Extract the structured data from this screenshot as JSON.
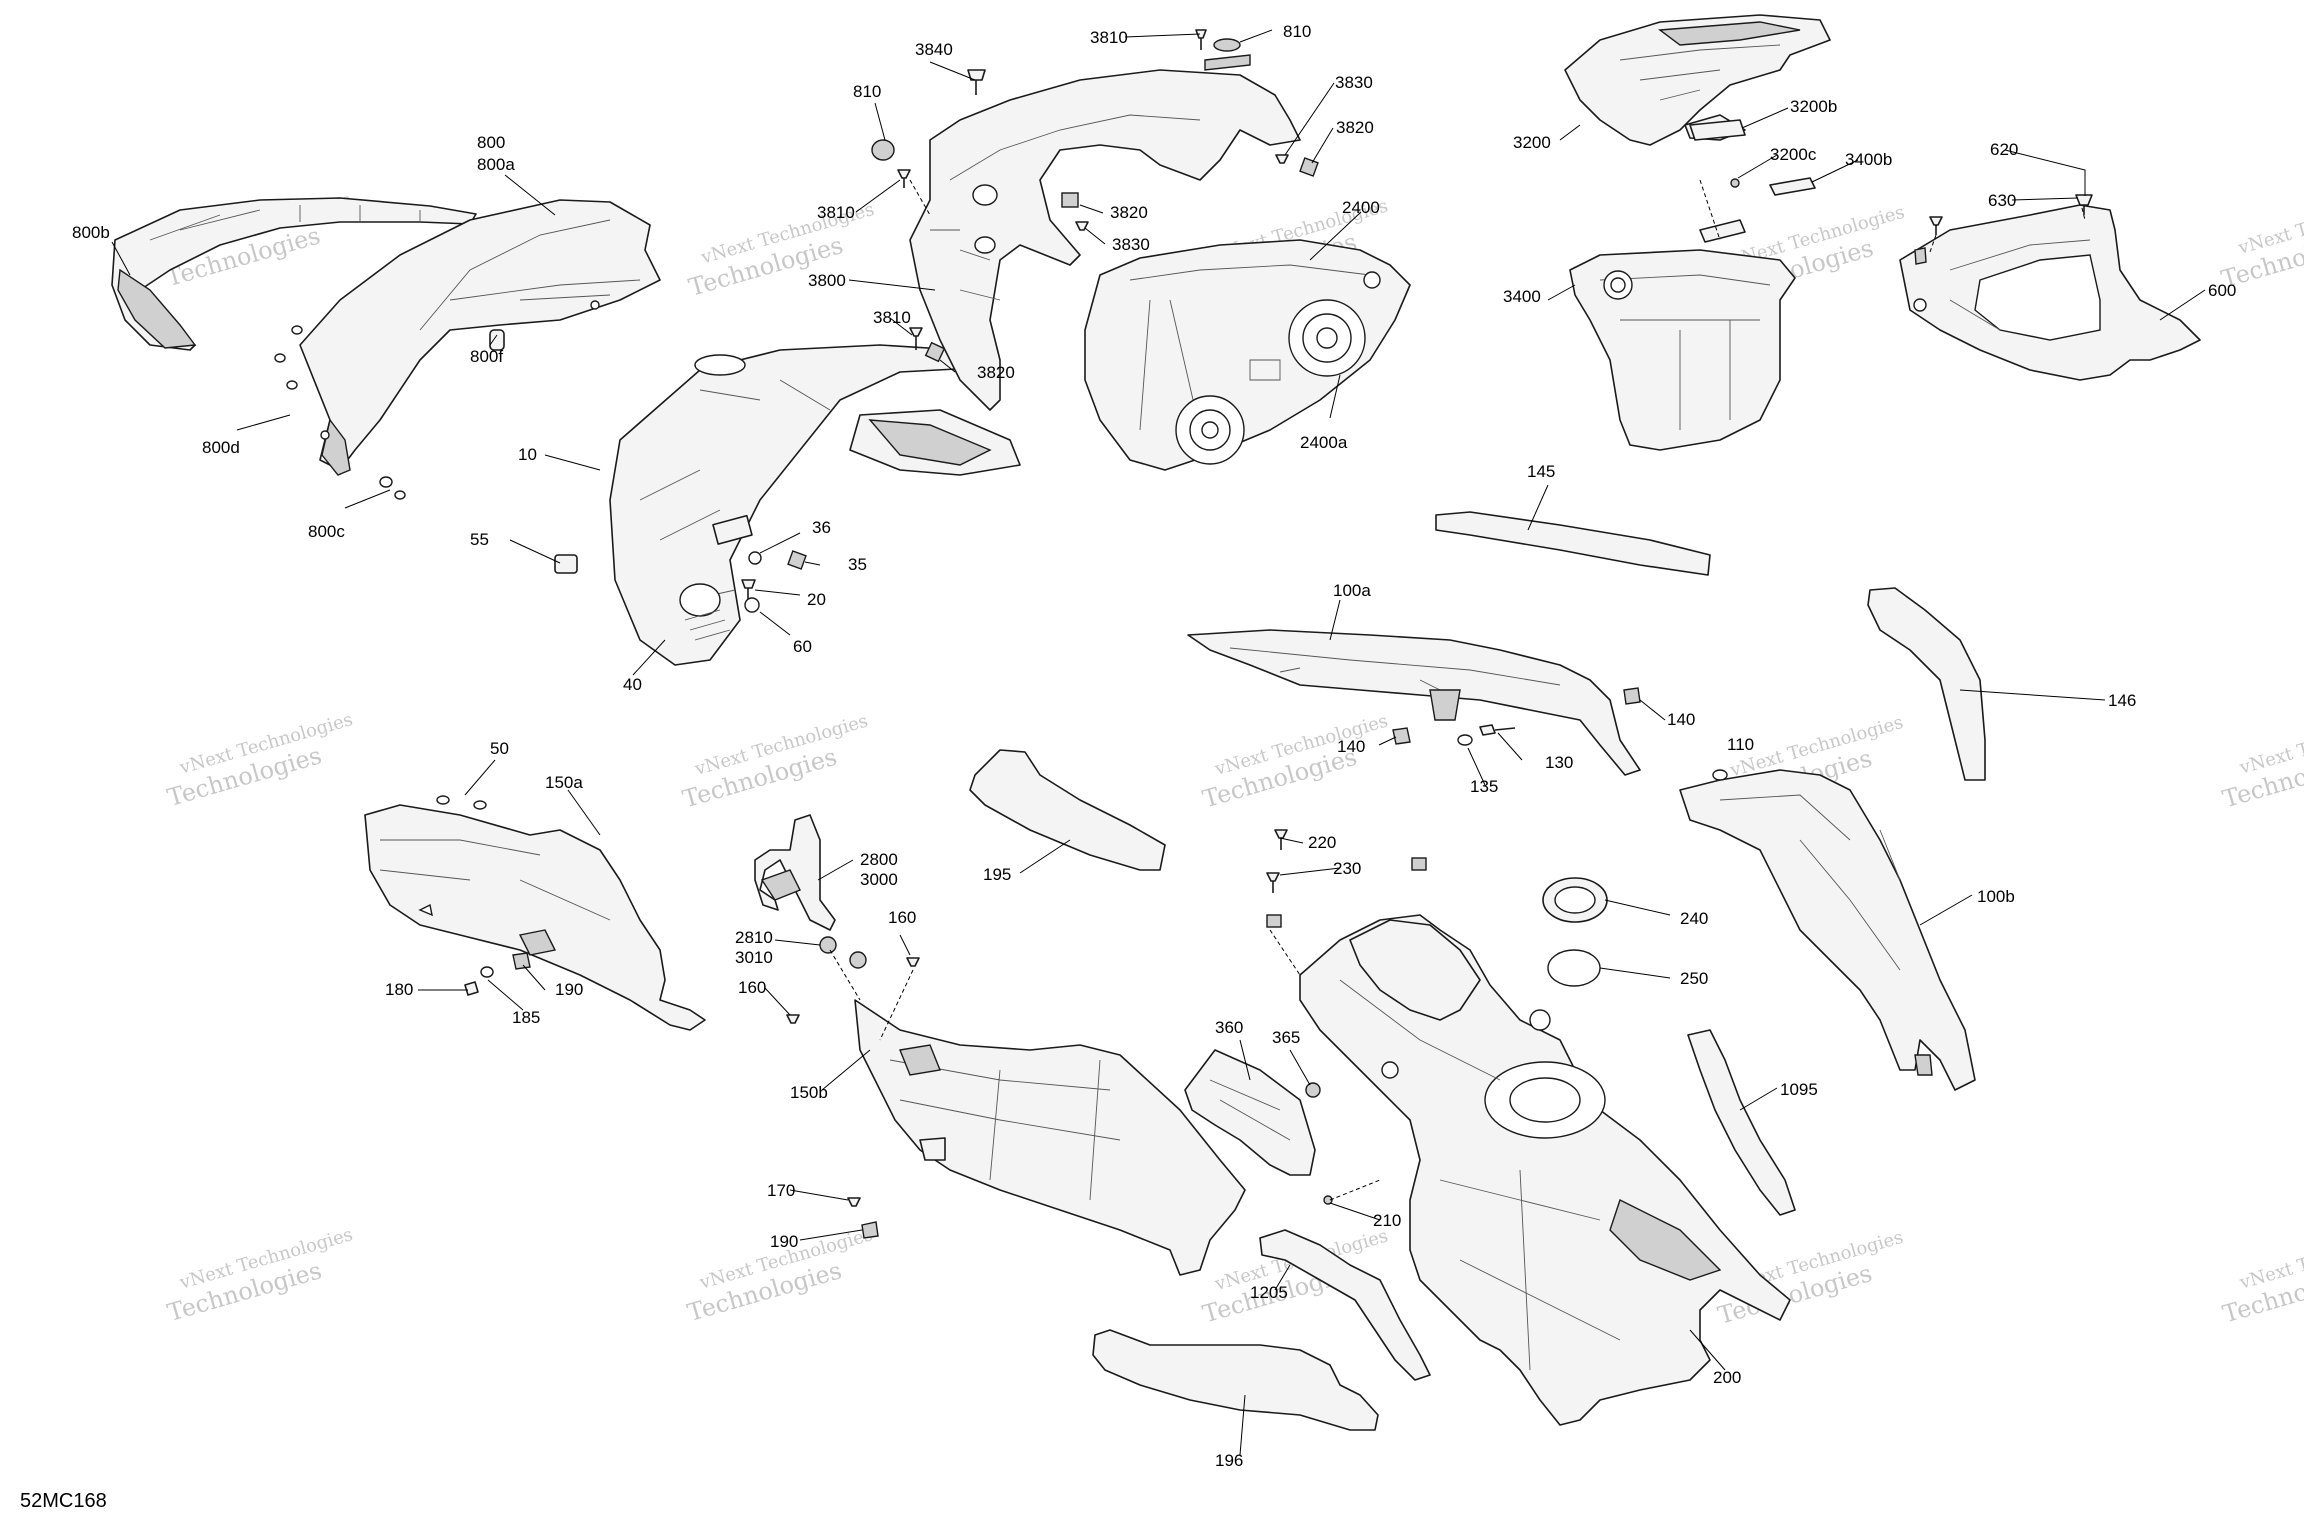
{
  "diagram_code": "52MC168",
  "watermark": {
    "line1": "vNext Technologies",
    "line2": "Technologies"
  },
  "callouts": {
    "c800": "800",
    "c800a": "800a",
    "c800b": "800b",
    "c800d": "800d",
    "c800c": "800c",
    "c800f": "800f",
    "c10": "10",
    "c55": "55",
    "c36": "36",
    "c35": "35",
    "c20": "20",
    "c60": "60",
    "c40": "40",
    "c3840": "3840",
    "c810a": "810",
    "c810b": "810",
    "c3810a": "3810",
    "c3810b": "3810",
    "c3810c": "3810",
    "c3800": "3800",
    "c3820a": "3820",
    "c3820b": "3820",
    "c3820c": "3820",
    "c3830a": "3830",
    "c3830b": "3830",
    "c2400": "2400",
    "c2400a": "2400a",
    "c3200": "3200",
    "c3200b": "3200b",
    "c3200c": "3200c",
    "c3400": "3400",
    "c3400b": "3400b",
    "c620": "620",
    "c630": "630",
    "c600": "600",
    "c145": "145",
    "c146": "146",
    "c100a": "100a",
    "c140a": "140",
    "c140b": "140",
    "c130": "130",
    "c135": "135",
    "c110": "110",
    "c100b": "100b",
    "c1095": "1095",
    "c50": "50",
    "c150a": "150a",
    "c180": "180",
    "c185": "185",
    "c190a": "190",
    "c2800": "2800",
    "c3000": "3000",
    "c2810": "2810",
    "c3010": "3010",
    "c160a": "160",
    "c160b": "160",
    "c150b": "150b",
    "c170": "170",
    "c190b": "190",
    "c195": "195",
    "c220": "220",
    "c230": "230",
    "c240": "240",
    "c250": "250",
    "c360": "360",
    "c365": "365",
    "c210": "210",
    "c1205": "1205",
    "c196": "196",
    "c200": "200"
  }
}
